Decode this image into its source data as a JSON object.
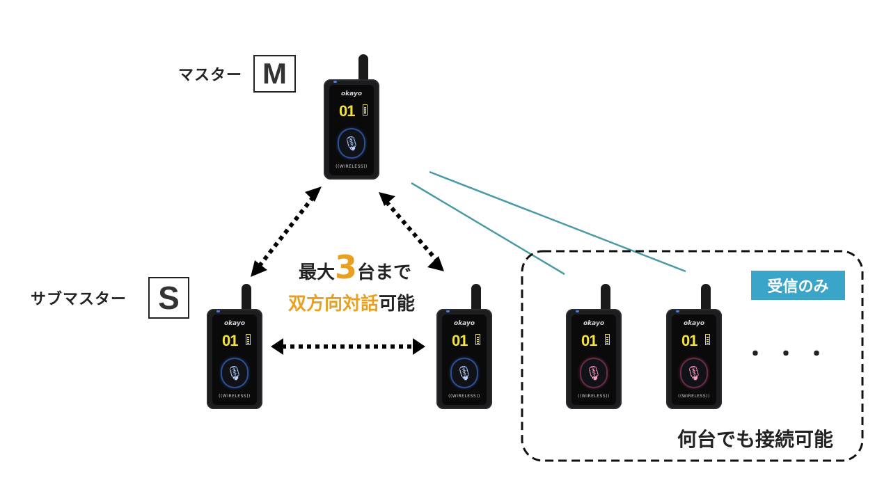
{
  "labels": {
    "master": {
      "text": "マスター",
      "letter": "M"
    },
    "submaster": {
      "text": "サブマスター",
      "letter": "S"
    }
  },
  "center_caption": {
    "line1_prefix": "最大",
    "line1_number": "3",
    "line1_suffix": "台まで",
    "line2_highlight": "双方向対話",
    "line2_suffix": "可能"
  },
  "receive_only_group": {
    "tag": "受信のみ",
    "caption": "何台でも接続可能",
    "ellipsis": "・・・"
  },
  "devices": [
    {
      "id": "master",
      "brand": "okayo",
      "channel": "01",
      "mic_color": "blue",
      "model": "((WIRELESS))"
    },
    {
      "id": "submaster-1",
      "brand": "okayo",
      "channel": "01",
      "mic_color": "blue",
      "model": "((WIRELESS))"
    },
    {
      "id": "submaster-2",
      "brand": "okayo",
      "channel": "01",
      "mic_color": "blue",
      "model": "((WIRELESS))"
    },
    {
      "id": "receiver-1",
      "brand": "okayo",
      "channel": "01",
      "mic_color": "pink",
      "model": "((WIRELESS))"
    },
    {
      "id": "receiver-2",
      "brand": "okayo",
      "channel": "01",
      "mic_color": "pink",
      "model": "((WIRELESS))"
    }
  ],
  "icons": {
    "mic": "🎙",
    "arrow": "double-headed-dotted-arrow"
  },
  "colors": {
    "accent_orange": "#e8a020",
    "tag_blue": "#3ba5c9",
    "link_line": "#4a9aa5",
    "mic_blue": "#3a6fd0",
    "mic_pink": "#c24a78"
  }
}
